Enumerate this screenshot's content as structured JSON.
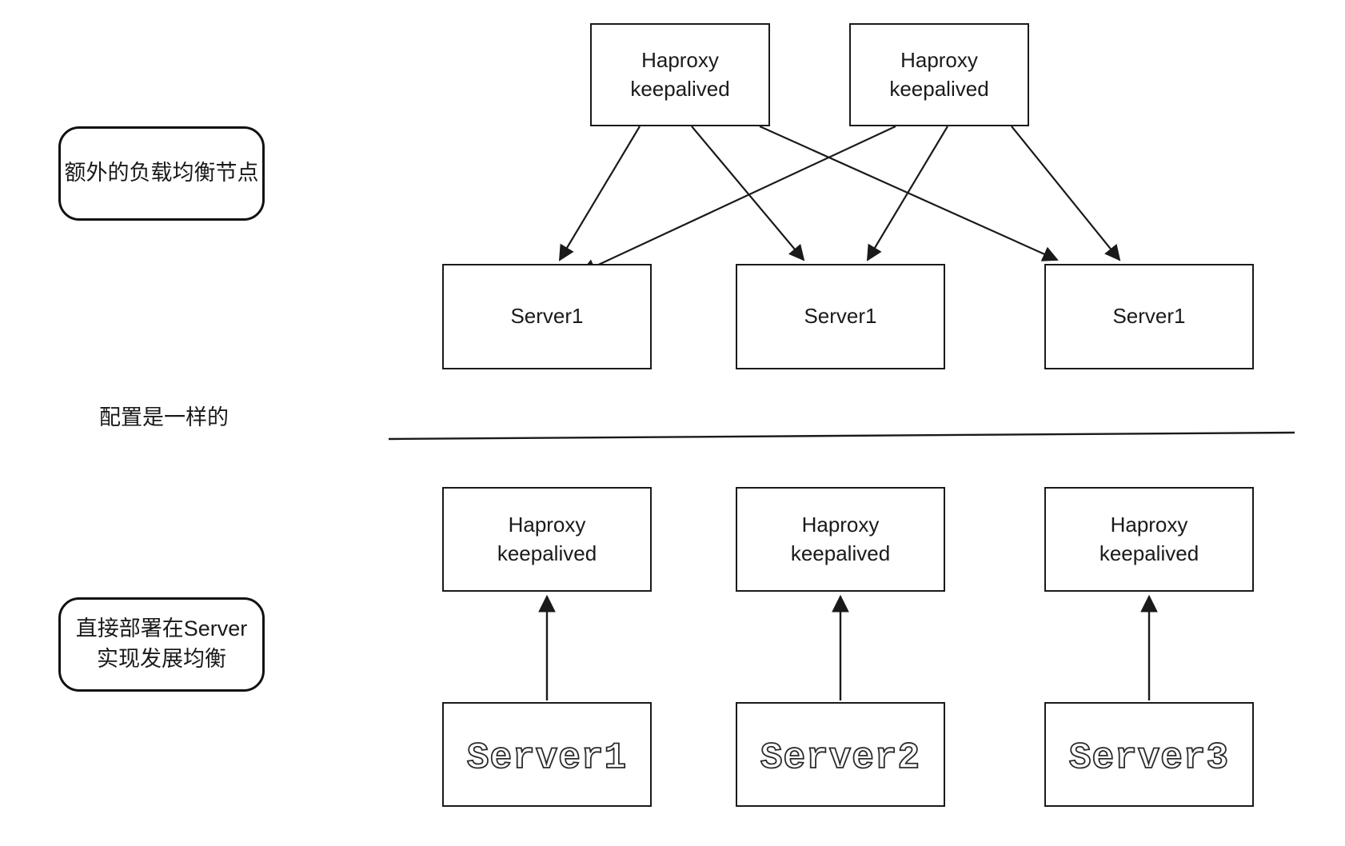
{
  "notes": {
    "extra_lb_note": "额外的负载均衡节点",
    "same_config_note": "配置是一样的",
    "direct_deploy_note": "直接部署在Server\n实现发展均衡"
  },
  "top_row": {
    "nodes": [
      {
        "label": "Haproxy\nkeepalived"
      },
      {
        "label": "Haproxy\nkeepalived"
      }
    ]
  },
  "middle_row": {
    "nodes": [
      {
        "label": "Server1"
      },
      {
        "label": "Server1"
      },
      {
        "label": "Server1"
      }
    ]
  },
  "bottom_haproxy_row": {
    "nodes": [
      {
        "label": "Haproxy\nkeepalived"
      },
      {
        "label": "Haproxy\nkeepalived"
      },
      {
        "label": "Haproxy\nkeepalived"
      }
    ]
  },
  "bottom_server_row": {
    "nodes": [
      {
        "label": "Server1"
      },
      {
        "label": "Server2"
      },
      {
        "label": "Server3"
      }
    ]
  },
  "colors": {
    "background": "#ffffff",
    "line": "#1a1a1a",
    "box_border": "#1a1a1a",
    "text": "#1a1a1a"
  }
}
